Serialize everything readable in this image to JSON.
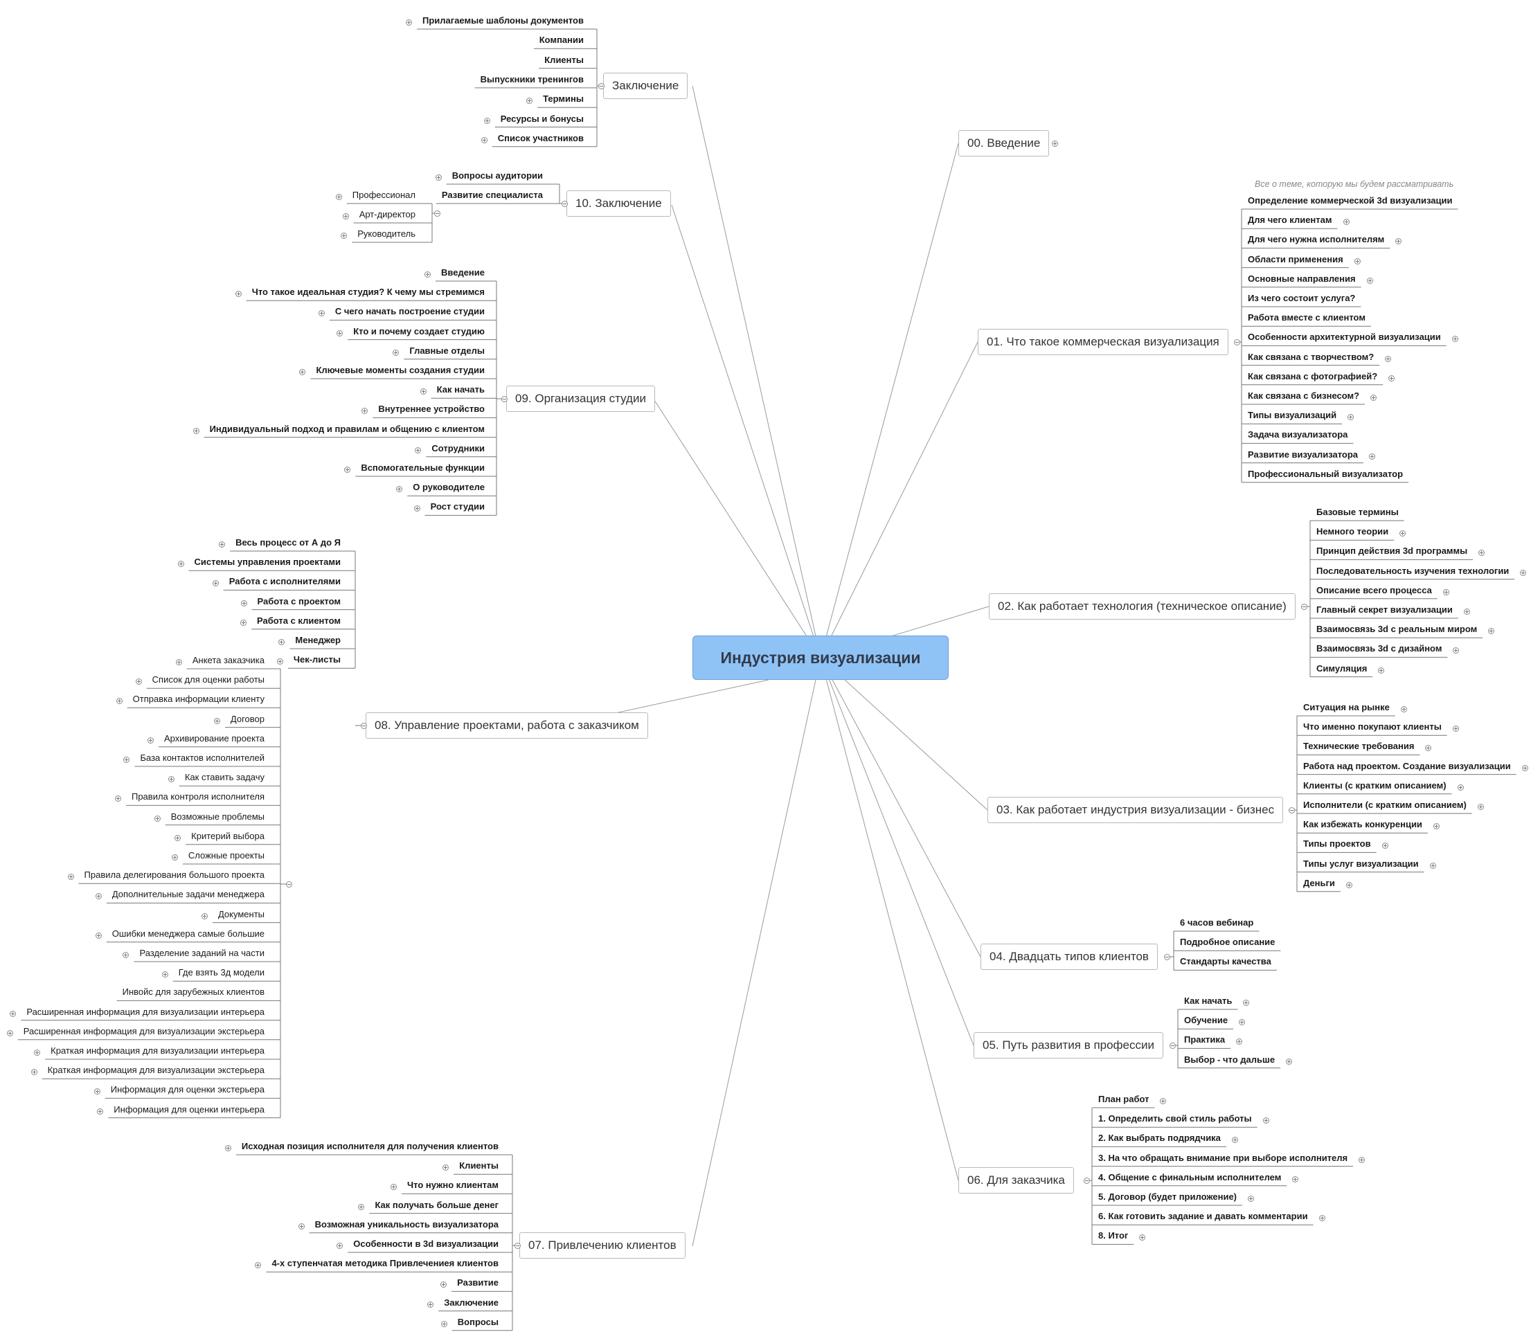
{
  "central": "Индустрия визуализации",
  "branches": {
    "zakl_top": {
      "label": "Заключение",
      "items": [
        "Прилагаемые шаблоны документов",
        "Компании",
        "Клиенты",
        "Выпускники тренингов",
        "Термины",
        "Ресурсы и бонусы",
        "Список участников"
      ]
    },
    "b10": {
      "label": "10. Заключение",
      "items": [
        "Вопросы аудитории",
        "Развитие специалиста"
      ],
      "sub": [
        "Профессионал",
        "Арт-директор",
        "Руководитель"
      ]
    },
    "b09": {
      "label": "09. Организация студии",
      "items": [
        "Введение",
        "Что такое идеальная студия? К чему мы стремимся",
        "С чего начать построение студии",
        "Кто и почему создает студию",
        "Главные отделы",
        "Ключевые моменты создания студии",
        "Как начать",
        "Внутреннее устройство",
        "Индивидуальный подход и правилам и общению с клиентом",
        "Сотрудники",
        "Вспомогательные функции",
        "О руководителе",
        "Рост студии"
      ]
    },
    "b08": {
      "label": "08. Управление проектами, работа с заказчиком",
      "items": [
        "Весь процесс от А до Я",
        "Системы управления проектами",
        "Работа с исполнителями",
        "Работа с проектом",
        "Работа с клиентом",
        "Менеджер",
        "Чек-листы"
      ],
      "checklists": [
        "Анкета заказчика",
        "Список для оценки работы",
        "Отправка информации клиенту",
        "Договор",
        "Архивирование проекта",
        "База контактов исполнителей",
        "Как ставить задачу",
        "Правила контроля исполнителя",
        "Возможные проблемы",
        "Критерий выбора",
        "Сложные проекты",
        "Правила делегирования большого проекта",
        "Дополнительные задачи менеджера",
        "Документы",
        "Ошибки менеджера самые большие",
        "Разделение заданий на части",
        "Где взять 3д модели",
        "Инвойс для зарубежных клиентов",
        "Расширенная информация для визуализации интерьера",
        "Расширенная информация для визуализации экстерьера",
        "Краткая информация для визуализации интерьера",
        "Краткая информация для визуализации экстерьера",
        "Информация для оценки экстерьера",
        "Информация для оценки интерьера"
      ]
    },
    "b07": {
      "label": "07. Привлечению клиентов",
      "items": [
        "Исходная позиция исполнителя для получения клиентов",
        "Клиенты",
        "Что нужно клиентам",
        "Как получать больше денег",
        "Возможная уникальность визуализатора",
        "Особенности в 3d визуализации",
        "4-х ступенчатая методика Привлечениея клиентов",
        "Развитие",
        "Заключение",
        "Вопросы"
      ]
    },
    "b00": {
      "label": "00. Введение"
    },
    "b01": {
      "label": "01. Что такое коммерческая визуализация",
      "note": "Все о теме, которую мы будем рассматривать",
      "items": [
        "Определение коммерческой 3d визуализации",
        "Для чего клиентам",
        "Для чего нужна исполнителям",
        "Области применения",
        "Основные направления",
        "Из чего состоит услуга?",
        "Работа вместе с клиентом",
        "Особенности архитектурной визуализации",
        "Как связана с творчеством?",
        "Как связана с фотографией?",
        "Как связана с бизнесом?",
        "Типы визуализаций",
        "Задача визуализатора",
        "Развитие визуализатора",
        "Профессиональный визуализатор"
      ]
    },
    "b02": {
      "label": "02. Как работает технология (техническое описание)",
      "items": [
        "Базовые термины",
        "Немного теории",
        "Принцип действия 3d программы",
        "Последовательность изучения технологии",
        "Описание всего процесса",
        "Главный секрет визуализации",
        "Взаимосвязь 3d с реальным миром",
        "Взаимосвязь 3d с дизайном",
        "Симуляция"
      ]
    },
    "b03": {
      "label": "03. Как работает индустрия визуализации - бизнес",
      "items": [
        "Ситуация на рынке",
        "Что именно покупают клиенты",
        "Технические требования",
        "Работа над проектом. Создание визуализации",
        "Клиенты (с кратким описанием)",
        "Исполнители (с кратким описанием)",
        "Как избежать конкуренции",
        "Типы проектов",
        "Типы услуг визуализации",
        "Деньги"
      ]
    },
    "b04": {
      "label": "04. Двадцать типов клиентов",
      "items": [
        "6 часов вебинар",
        "Подробное описание",
        "Стандарты качества"
      ]
    },
    "b05": {
      "label": "05. Путь развития в профессии",
      "items": [
        "Как начать",
        "Обучение",
        "Практика",
        "Выбор - что дальше"
      ]
    },
    "b06": {
      "label": "06. Для заказчика",
      "items": [
        "План работ",
        "1. Определить свой стиль работы",
        "2. Как выбрать подрядчика",
        "3. На что обращать внимание при выборе исполнителя",
        "4. Общение с финальным исполнителем",
        "5. Договор (будет приложение)",
        "6. Как готовить задание и давать комментарии",
        "8. Итог"
      ]
    }
  }
}
